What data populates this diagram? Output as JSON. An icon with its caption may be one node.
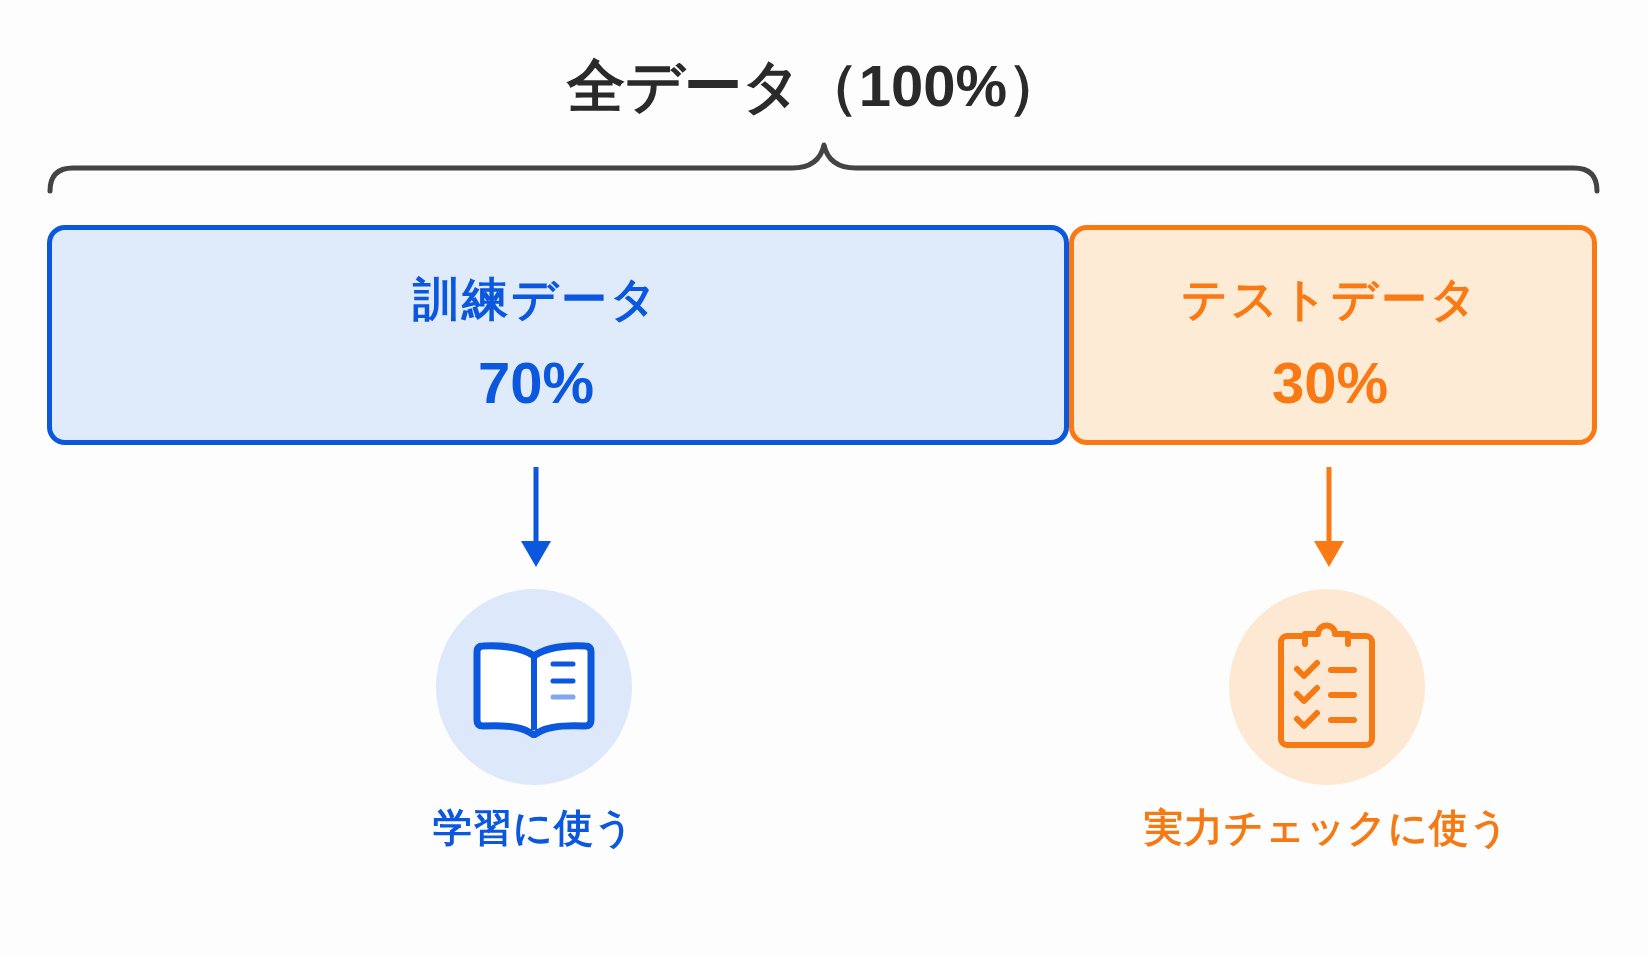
{
  "diagram": {
    "title": "全データ（100%）",
    "nodes": [
      {
        "text": [
          "訓練データ",
          "70%"
        ]
      },
      {
        "text": [
          "テストデータ",
          "30%"
        ]
      },
      {
        "text": [],
        "shape": "circle",
        "beside": [
          "学習に使う"
        ]
      },
      {
        "text": [],
        "shape": "circle",
        "beside": [
          "実力チェックに使う"
        ]
      }
    ],
    "edges": [
      {
        "from": 0,
        "to": 2,
        "arrow": "to",
        "color": "#0b57de"
      },
      {
        "from": 1,
        "to": 3,
        "arrow": "to",
        "color": "#f97a14"
      }
    ]
  }
}
